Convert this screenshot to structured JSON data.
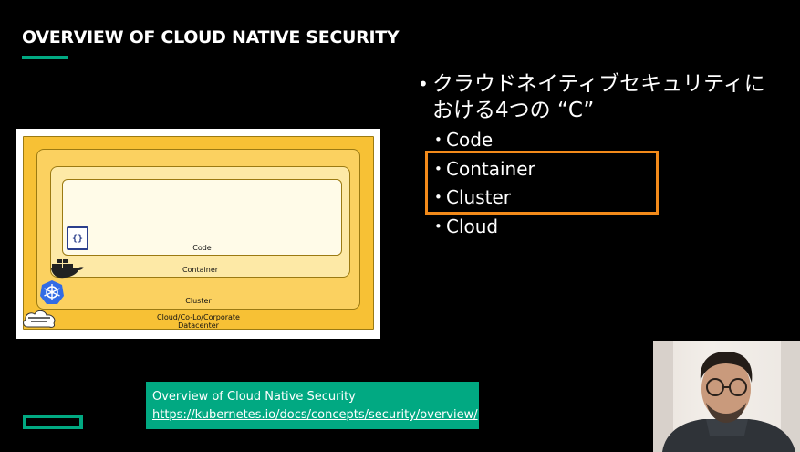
{
  "slide": {
    "title": "OVERVIEW OF CLOUD NATIVE SECURITY",
    "accent_color": "#01a982",
    "highlight_color": "#f28a1a"
  },
  "diagram": {
    "layers": {
      "code": "Code",
      "container": "Container",
      "cluster": "Cluster",
      "cloud_line1": "Cloud/Co-Lo/Corporate",
      "cloud_line2": "Datacenter"
    },
    "code_icon_glyph": "{}",
    "icons": [
      "code-icon",
      "docker-whale-icon",
      "kubernetes-icon",
      "cloud-provider-icon"
    ]
  },
  "bullets": {
    "main": "クラウドネイティブセキュリティにおける4つの “C”",
    "items": [
      "Code",
      "Container",
      "Cluster",
      "Cloud"
    ]
  },
  "link": {
    "title": "Overview of Cloud Native Security",
    "url": "https://kubernetes.io/docs/concepts/security/overview/"
  }
}
